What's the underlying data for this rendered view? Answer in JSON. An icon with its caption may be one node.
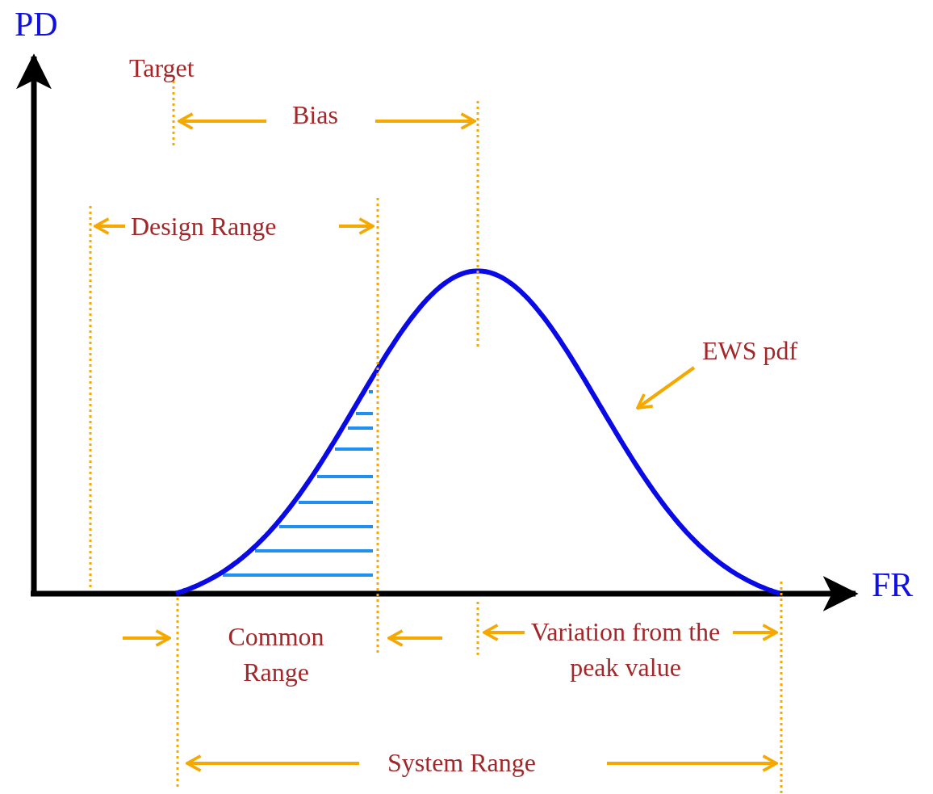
{
  "diagram": {
    "nodes": [
      {
        "text": [
          "EWS pdf"
        ]
      },
      {
        "text": [],
        "shape": "curve"
      }
    ],
    "edges": [
      {
        "from": 0,
        "to": 1,
        "arrow": "to"
      }
    ],
    "labels": [
      "PD",
      "Target",
      "Bias",
      "Design Range",
      "Common Range",
      "Variation from the peak value",
      "System Range",
      "FR"
    ]
  }
}
